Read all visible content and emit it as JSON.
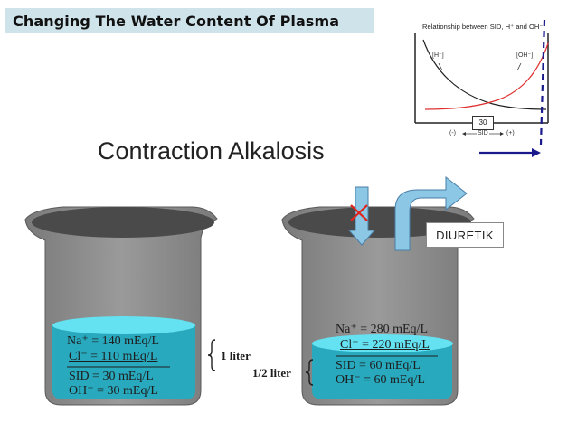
{
  "title": "Changing The Water Content Of Plasma",
  "subtitle": "Contraction Alkalosis",
  "mini_chart": {
    "title": "Relationship between SID, H⁺ and OH⁻",
    "h_label": "[H⁺]",
    "oh_label": "[OH⁻]",
    "sid_value": "30",
    "minus_label": "(-)",
    "sid_label": "SID",
    "plus_label": "(+)"
  },
  "diuretic_label": "DIURETIK",
  "beaker_left": {
    "na": "Na⁺ = 140 mEq/L",
    "cl": "Cl⁻ = 110 mEq/L",
    "sid": "SID = 30 mEq/L",
    "oh": "OH⁻ = 30 mEq/L",
    "volume": "1 liter"
  },
  "beaker_right": {
    "na": "Na⁺ = 280 mEq/L",
    "cl": "Cl⁻ = 220 mEq/L",
    "sid": "SID = 60 mEq/L",
    "oh": "OH⁻ = 60 mEq/L",
    "volume": "1/2 liter"
  },
  "colors": {
    "title_bg": "#cfe4ea",
    "beaker_gray": "#8f8f8f",
    "beaker_dark": "#4a4a4a",
    "liquid": "#28a9bd",
    "liquid_top": "#64e2f2",
    "arrow_blue": "#8cc7e6",
    "cross_red": "#e0241b",
    "curve_red": "#e03030",
    "dash_navy": "#1a1a8c"
  }
}
